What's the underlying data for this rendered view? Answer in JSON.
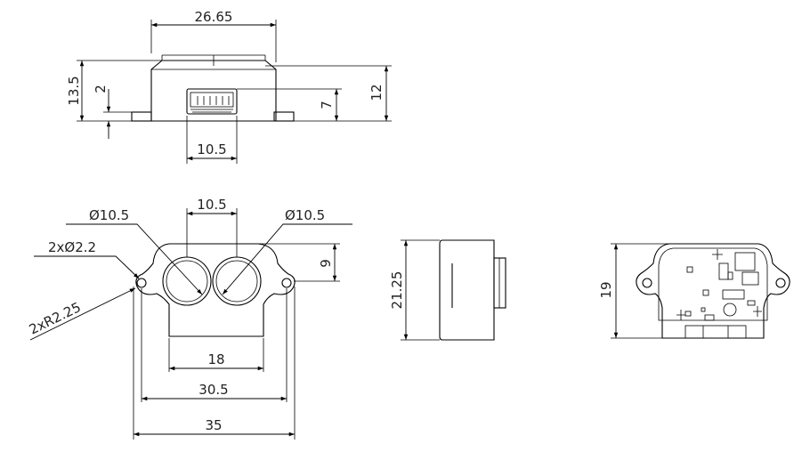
{
  "figure": {
    "top_view": {
      "width": "26.65",
      "height_total": "13.5",
      "flange_thickness": "2",
      "connector_height": "7",
      "body_height": "12",
      "connector_width": "10.5"
    },
    "front_view": {
      "lens_spacing": "10.5",
      "lens_left_diameter": "Ø10.5",
      "lens_right_diameter": "Ø10.5",
      "hole_callout": "2xØ2.2",
      "radius_callout": "2xR2.25",
      "lens_center_height": "9",
      "body_width": "18",
      "hole_spacing": "30.5",
      "overall_width": "35"
    },
    "side_view": {
      "height": "21.25"
    },
    "back_view": {
      "height": "19"
    }
  }
}
